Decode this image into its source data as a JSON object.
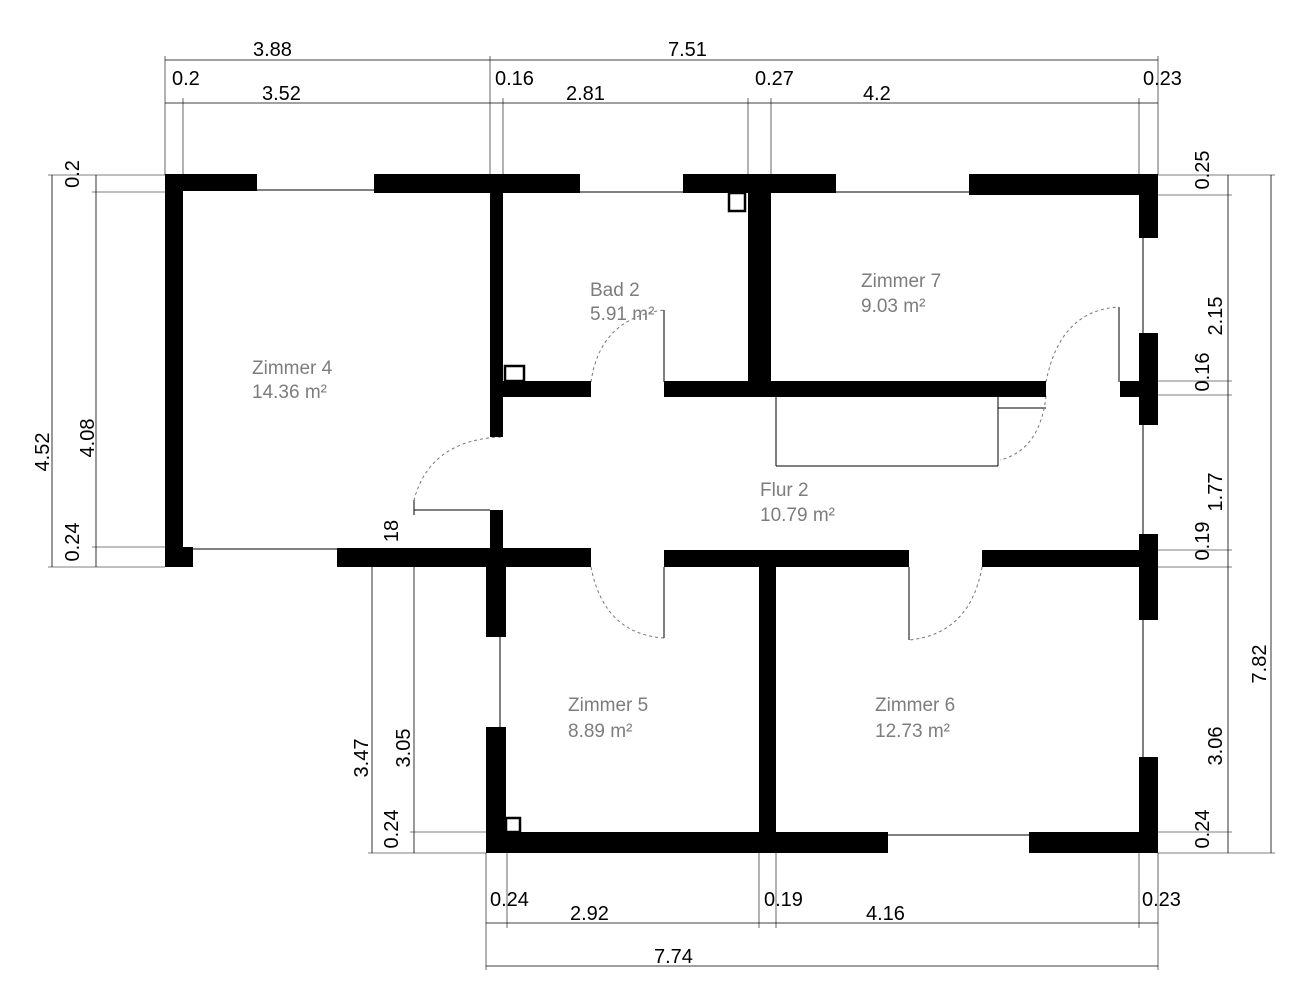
{
  "rooms": [
    {
      "name": "Zimmer 4",
      "area": "14.36 m²"
    },
    {
      "name": "Bad 2",
      "area": "5.91 m²"
    },
    {
      "name": "Zimmer 7",
      "area": "9.03 m²"
    },
    {
      "name": "Flur 2",
      "area": "10.79 m²"
    },
    {
      "name": "Zimmer 5",
      "area": "8.89 m²"
    },
    {
      "name": "Zimmer 6",
      "area": "12.73 m²"
    }
  ],
  "dimensions": {
    "top": {
      "overall": [
        "3.88",
        "7.51"
      ],
      "detail": [
        "0.2",
        "3.52",
        "0.16",
        "2.81",
        "0.27",
        "4.2",
        "0.23"
      ]
    },
    "left": {
      "overall": "4.52",
      "detail": [
        "0.2",
        "4.08",
        "0.24"
      ]
    },
    "left_lower": {
      "overall": "3.47",
      "detail": [
        "3.05",
        "0.24"
      ],
      "small": "18"
    },
    "right": {
      "overall": "7.82",
      "detail": [
        "0.25",
        "2.15",
        "0.16",
        "1.77",
        "0.19",
        "3.06",
        "0.24"
      ]
    },
    "bottom": {
      "overall": "7.74",
      "detail": [
        "0.24",
        "2.92",
        "0.19",
        "4.16",
        "0.23"
      ]
    }
  }
}
